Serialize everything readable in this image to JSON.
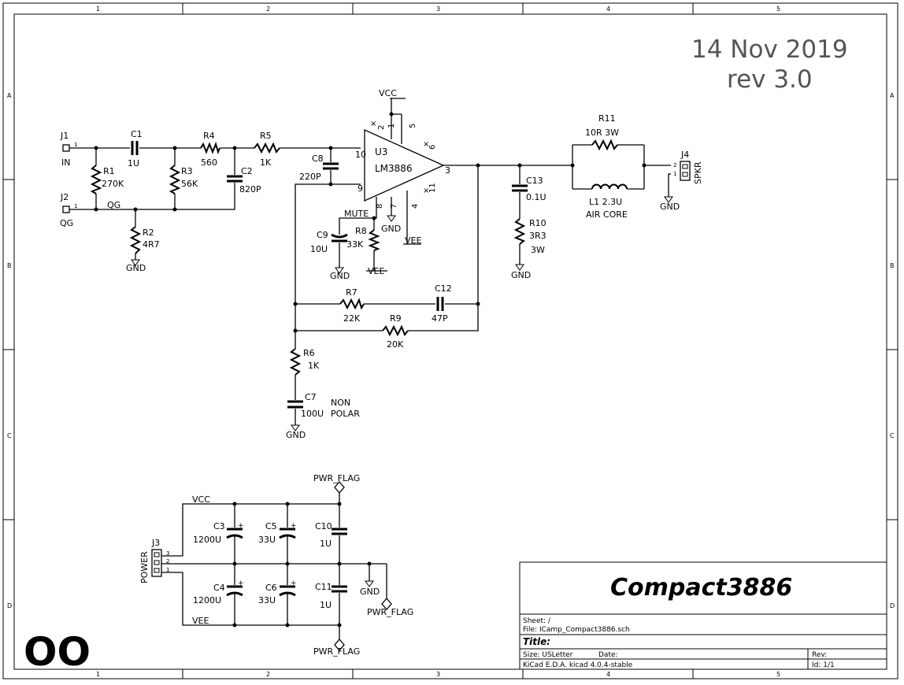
{
  "sheet": {
    "date": "14 Nov 2019",
    "rev_note": "rev 3.0",
    "col_labels": [
      "1",
      "2",
      "3",
      "4",
      "5"
    ],
    "row_labels": [
      "A",
      "B",
      "C",
      "D"
    ],
    "logo": "OO"
  },
  "titleblock": {
    "project": "Compact3886",
    "sheet_line": "Sheet: /",
    "file_line": "File: ICamp_Compact3886.sch",
    "title_label": "Title:",
    "size_line": "Size: USLetter",
    "date_label": "Date:",
    "rev_label": "Rev:",
    "tool_line": "KiCad E.D.A.  kicad 4.0.4-stable",
    "id_line": "Id: 1/1"
  },
  "input": {
    "j1_ref": "J1",
    "j1_pin": "1",
    "j1_name": "IN",
    "j2_ref": "J2",
    "j2_pin": "1",
    "j2_name": "QG",
    "qg_net": "QG",
    "c1_ref": "C1",
    "c1_val": "1U",
    "r1_ref": "R1",
    "r1_val": "270K",
    "r2_ref": "R2",
    "r2_val": "4R7",
    "r3_ref": "R3",
    "r3_val": "56K",
    "r4_ref": "R4",
    "r4_val": "560",
    "r5_ref": "R5",
    "r5_val": "1K",
    "c2_ref": "C2",
    "c2_val": "820P",
    "gnd": "GND"
  },
  "amp": {
    "u3_ref": "U3",
    "u3_val": "LM3886",
    "vcc": "VCC",
    "vee": "VEE",
    "mute": "MUTE",
    "pins": [
      "10",
      "9",
      "3",
      "1",
      "5",
      "8",
      "7",
      "4",
      "6",
      "11",
      "2"
    ],
    "c8_ref": "C8",
    "c8_val": "220P",
    "c9_ref": "C9",
    "c9_val": "10U",
    "r8_ref": "R8",
    "r8_val": "33K"
  },
  "feedback": {
    "r7_ref": "R7",
    "r7_val": "22K",
    "c12_ref": "C12",
    "c12_val": "47P",
    "r9_ref": "R9",
    "r9_val": "20K",
    "r6_ref": "R6",
    "r6_val": "1K",
    "c7_ref": "C7",
    "c7_val": "100U",
    "c7_note1": "NON",
    "c7_note2": "POLAR"
  },
  "output": {
    "r11_ref": "R11",
    "r11_val": "10R  3W",
    "l1_val": "L1 2.3U",
    "l1_note": "AIR CORE",
    "c13_ref": "C13",
    "c13_val": "0.1U",
    "r10_ref": "R10",
    "r10_val": "3R3",
    "r10_watt": "3W",
    "j4_ref": "J4",
    "j4_name": "SPKR",
    "j4_pin2": "2",
    "j4_pin1": "1"
  },
  "power": {
    "j3_ref": "J3",
    "j3_name": "POWER",
    "j3_pins": [
      "3",
      "2",
      "1"
    ],
    "vcc": "VCC",
    "vee": "VEE",
    "gnd": "GND",
    "pwr_flag": "PWR_FLAG",
    "c3_ref": "C3",
    "c3_val": "1200U",
    "c5_ref": "C5",
    "c5_val": "33U",
    "c10_ref": "C10",
    "c10_val": "1U",
    "c4_ref": "C4",
    "c4_val": "1200U",
    "c6_ref": "C6",
    "c6_val": "33U",
    "c11_ref": "C11",
    "c11_val": "1U"
  }
}
